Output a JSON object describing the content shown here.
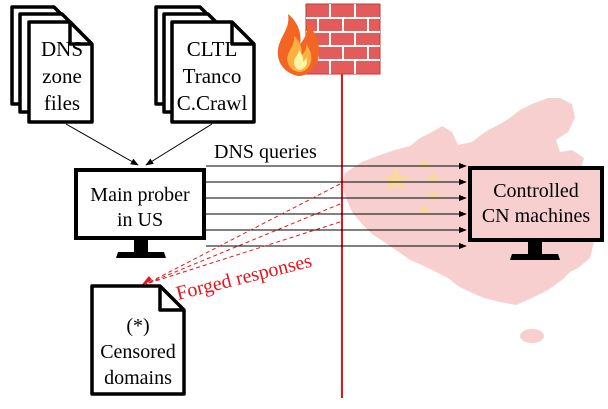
{
  "docs": {
    "zone_files": [
      "DNS",
      "zone",
      "files"
    ],
    "lists": [
      "CLTL",
      "Tranco",
      "C.Crawl"
    ],
    "censored": [
      "(*)",
      "Censored",
      "domains"
    ]
  },
  "prober": {
    "lines": [
      "Main prober",
      "in US"
    ]
  },
  "controlled": {
    "lines": [
      "Controlled",
      "CN machines"
    ]
  },
  "labels": {
    "dns_queries": "DNS queries",
    "forged_responses": "Forged responses"
  },
  "icons": {
    "firewall": "firewall-brick-icon",
    "fire": "fire-icon",
    "china_map": "china-map-icon",
    "monitor": "monitor-icon",
    "document": "document-icon"
  },
  "colors": {
    "firewall_line": "#e8141c",
    "brick": "#e45b5b",
    "map": "#f7cfcf",
    "stars": "#f9d9a0",
    "forged": "#e8141c",
    "ink": "#000000"
  }
}
